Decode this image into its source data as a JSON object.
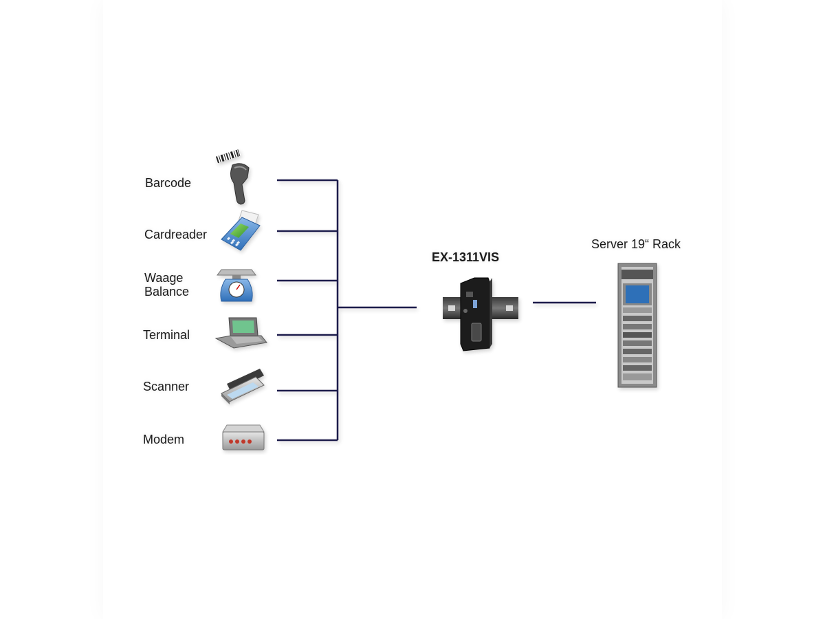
{
  "devices": [
    {
      "label": "Barcode",
      "icon": "barcode-scanner-icon"
    },
    {
      "label": "Cardreader",
      "icon": "card-reader-icon"
    },
    {
      "label": "Waage\nBalance",
      "icon": "scale-icon"
    },
    {
      "label": "Terminal",
      "icon": "terminal-icon"
    },
    {
      "label": "Scanner",
      "icon": "flatbed-scanner-icon"
    },
    {
      "label": "Modem",
      "icon": "modem-icon"
    }
  ],
  "converter": {
    "label": "EX-1311VIS",
    "icon": "din-rail-converter-icon"
  },
  "server": {
    "label": "Server 19“ Rack",
    "icon": "server-rack-icon"
  },
  "colors": {
    "line": "#1e1b4b",
    "text": "#1a1a1a"
  }
}
